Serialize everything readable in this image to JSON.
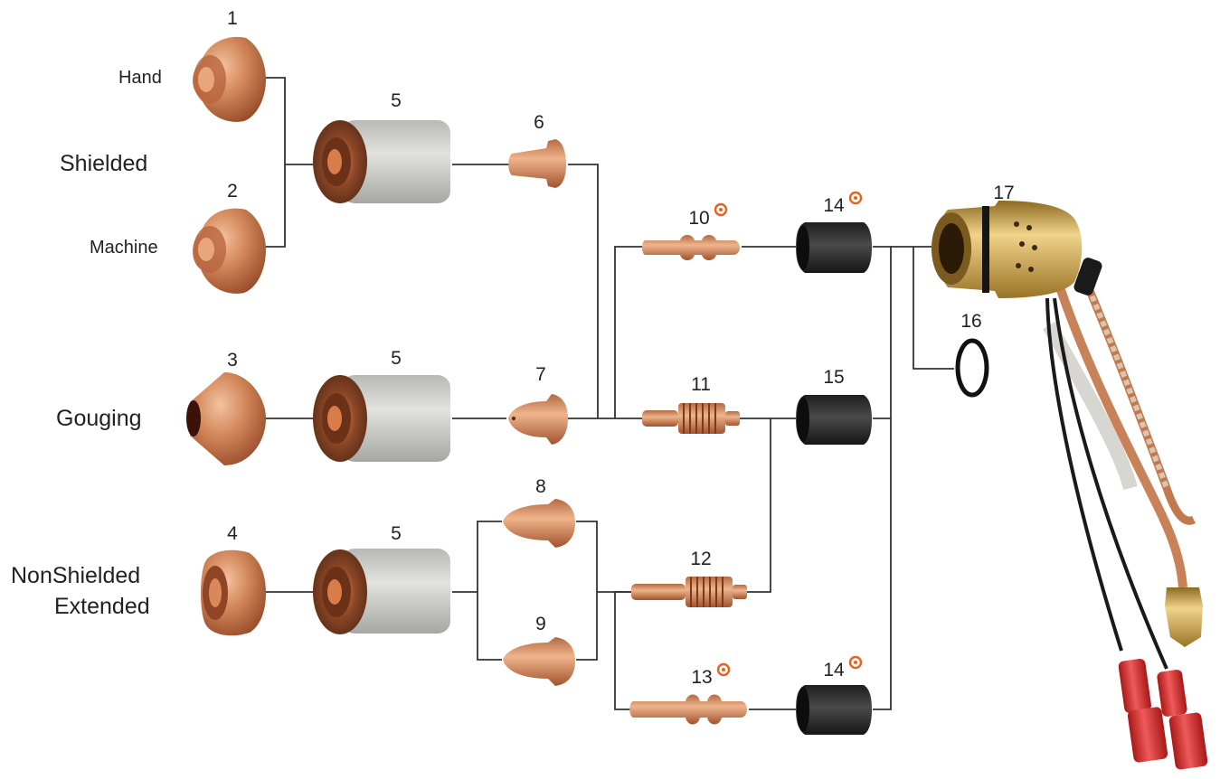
{
  "categories": {
    "hand": "Hand",
    "shielded": "Shielded",
    "machine": "Machine",
    "gouging": "Gouging",
    "nonshielded": "NonShielded",
    "extended": "Extended"
  },
  "parts": {
    "p1": "1",
    "p2": "2",
    "p3": "3",
    "p4": "4",
    "p5a": "5",
    "p5b": "5",
    "p5c": "5",
    "p6": "6",
    "p7": "7",
    "p8": "8",
    "p9": "9",
    "p10": "10",
    "p11": "11",
    "p12": "12",
    "p13": "13",
    "p14a": "14",
    "p15": "15",
    "p14b": "14",
    "p16": "16",
    "p17": "17"
  },
  "colors": {
    "copper": "#c8784e",
    "copper_dark": "#8a4526",
    "ceramic": "#c9c9c6",
    "retaining_cap": "#2b2b2b",
    "brass": "#c9a24a",
    "connector_red": "#d22a2a",
    "marker": "#e8621f"
  }
}
